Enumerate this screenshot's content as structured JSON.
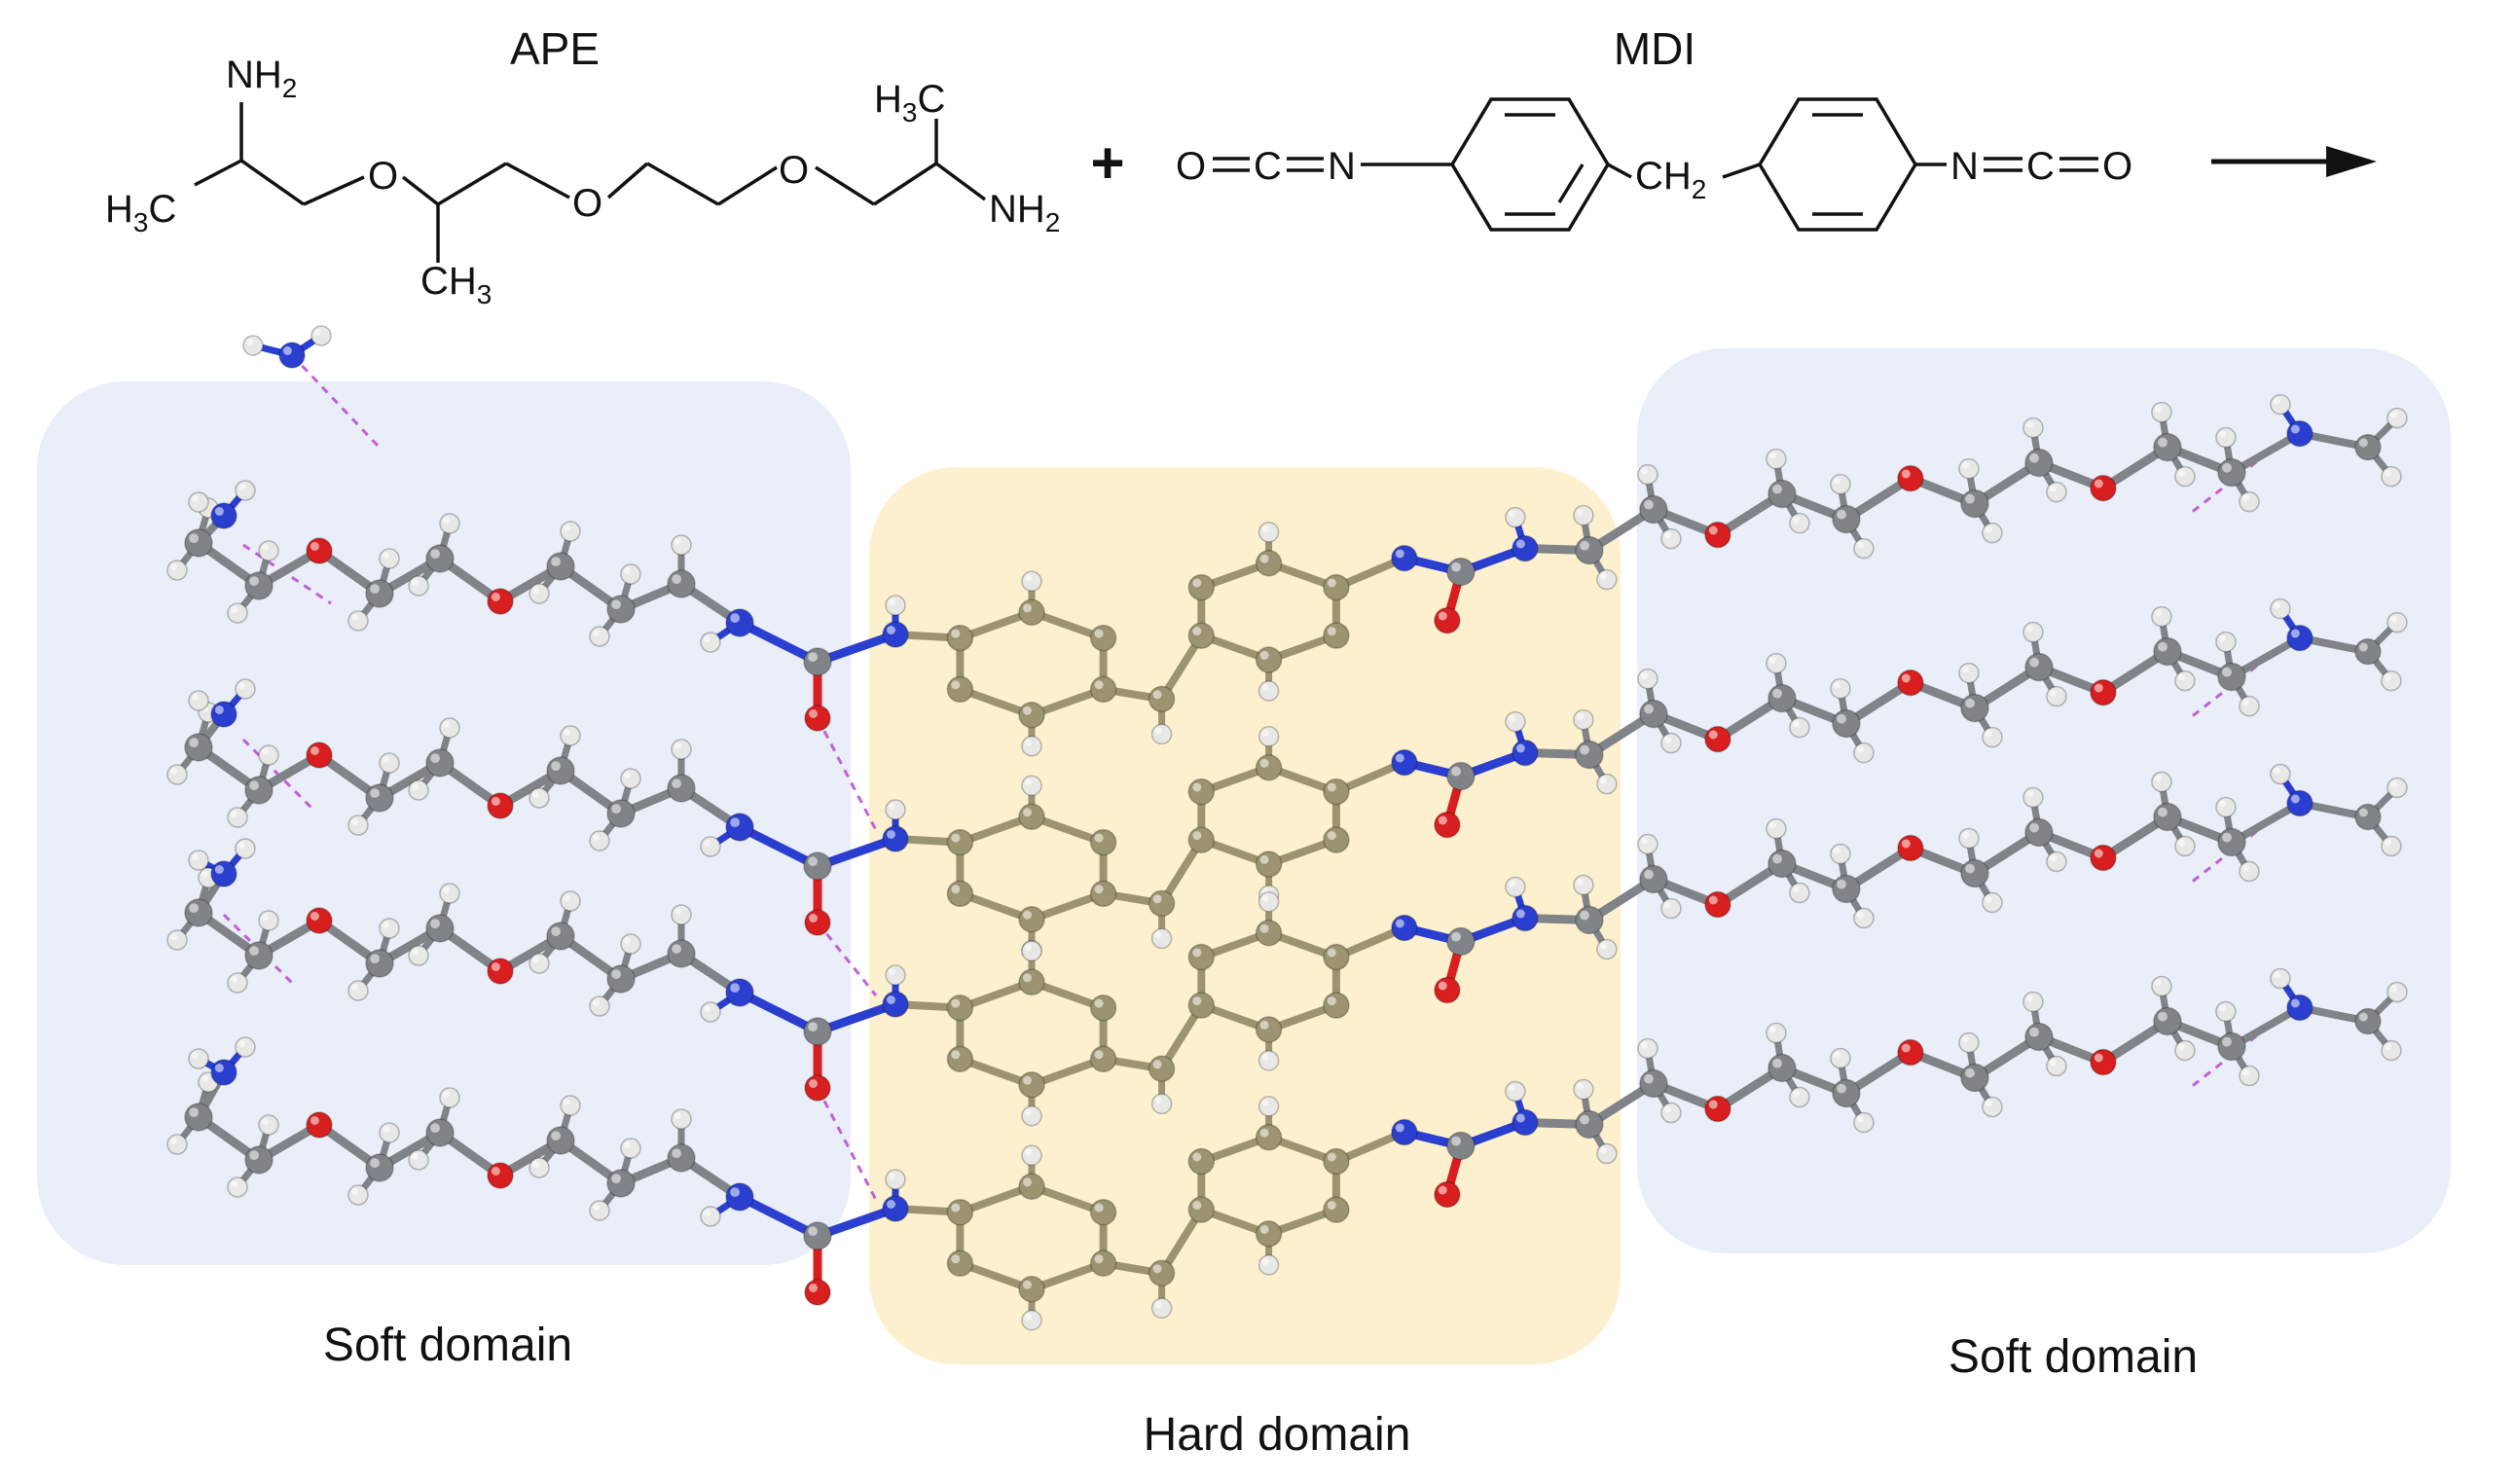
{
  "reaction": {
    "reactant1_name": "APE",
    "reactant2_name": "MDI",
    "plus": "+",
    "ape_atoms": {
      "nh2_top": "NH",
      "nh2_top_sub": "2",
      "h3c_left": "H",
      "h3c_left_sub": "3",
      "h3c_left_c": "C",
      "o1": "O",
      "o2": "O",
      "o3": "O",
      "ch3_bottom": "CH",
      "ch3_bottom_sub": "3",
      "h3c_right": "H",
      "h3c_right_sub": "3",
      "h3c_right_c": "C",
      "nh2_right": "NH",
      "nh2_right_sub": "2"
    },
    "mdi_atoms": {
      "o_left": "O",
      "c_left": "C",
      "n_left": "N",
      "ch2": "CH",
      "ch2_sub": "2",
      "n_right": "N",
      "c_right": "C",
      "o_right": "O"
    }
  },
  "domains": {
    "soft_left_label": "Soft domain",
    "hard_label": "Hard domain",
    "soft_right_label": "Soft domain"
  },
  "colors": {
    "soft_domain_fill": "#e9eef8",
    "hard_domain_fill": "#fdf0cf",
    "carbon_soft": "#808488",
    "carbon_hard": "#9c9470",
    "hydrogen": "#e8e8e6",
    "oxygen": "#d81e1e",
    "nitrogen": "#2a3fd0",
    "hbond": "#c060d8"
  },
  "icons": {
    "reaction_arrow": "arrow-right-icon"
  }
}
